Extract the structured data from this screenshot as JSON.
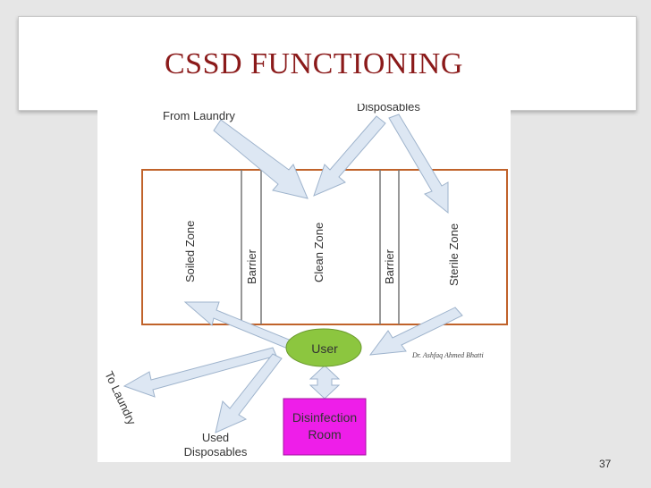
{
  "slide": {
    "title": "CSSD FUNCTIONING",
    "page_number": "37"
  },
  "diagram": {
    "sources": {
      "from_laundry": "From Laundry",
      "disposables": "Disposables"
    },
    "zones": {
      "soiled": "Soiled Zone",
      "barrier_1": "Barrier",
      "clean": "Clean Zone",
      "barrier_2": "Barrier",
      "sterile": "Sterile Zone"
    },
    "user": "User",
    "author_credit": "Dr. Ashfaq Ahmed Bhatti",
    "disinfection_room": {
      "line1": "Disinfection",
      "line2": "Room"
    },
    "destinations": {
      "to_laundry": "To Laundry",
      "used_disposables_line1": "Used",
      "used_disposables_line2": "Disposables"
    },
    "colors": {
      "zone_border": "#c0622a",
      "user_fill": "#8cc63f",
      "disinfection_fill": "#ee1ee9",
      "arrow_fill": "#dde7f3",
      "arrow_stroke": "#9eb3cc",
      "title_color": "#8b1a1a"
    }
  }
}
